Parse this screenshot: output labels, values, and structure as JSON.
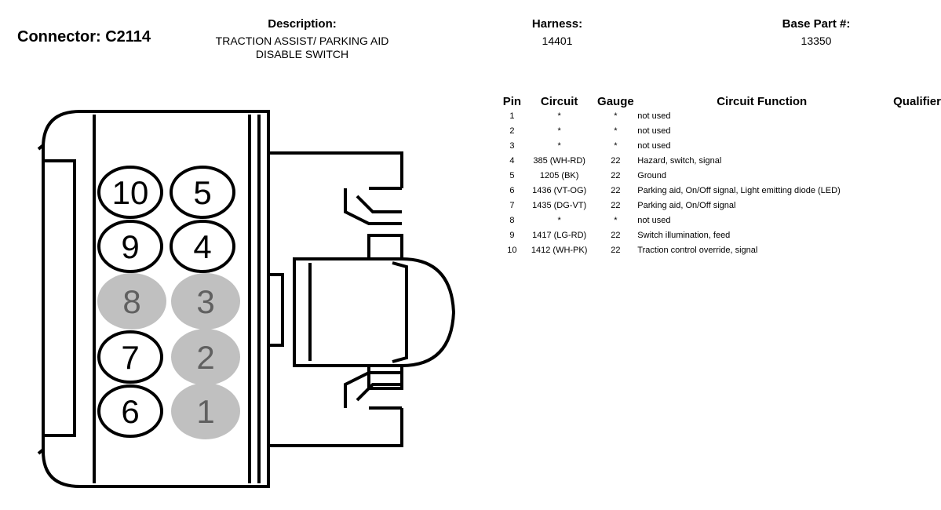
{
  "header": {
    "connector": "Connector: C2114",
    "description_label": "Description:",
    "description_lines": [
      "TRACTION ASSIST/ PARKING AID",
      "DISABLE SWITCH"
    ],
    "harness_label": "Harness:",
    "harness_value": "14401",
    "base_part_label": "Base Part #:",
    "base_part_value": "13350"
  },
  "table": {
    "columns": [
      "Pin",
      "Circuit",
      "Gauge",
      "Circuit Function",
      "Qualifier"
    ],
    "rows": [
      {
        "pin": "1",
        "circuit": "*",
        "gauge": "*",
        "function": "not used",
        "qualifier": ""
      },
      {
        "pin": "2",
        "circuit": "*",
        "gauge": "*",
        "function": "not used",
        "qualifier": ""
      },
      {
        "pin": "3",
        "circuit": "*",
        "gauge": "*",
        "function": "not used",
        "qualifier": ""
      },
      {
        "pin": "4",
        "circuit": "385 (WH-RD)",
        "gauge": "22",
        "function": "Hazard, switch, signal",
        "qualifier": ""
      },
      {
        "pin": "5",
        "circuit": "1205 (BK)",
        "gauge": "22",
        "function": "Ground",
        "qualifier": ""
      },
      {
        "pin": "6",
        "circuit": "1436 (VT-OG)",
        "gauge": "22",
        "function": "Parking aid, On/Off signal, Light emitting diode (LED)",
        "qualifier": ""
      },
      {
        "pin": "7",
        "circuit": "1435 (DG-VT)",
        "gauge": "22",
        "function": "Parking aid, On/Off signal",
        "qualifier": ""
      },
      {
        "pin": "8",
        "circuit": "*",
        "gauge": "*",
        "function": "not used",
        "qualifier": ""
      },
      {
        "pin": "9",
        "circuit": "1417 (LG-RD)",
        "gauge": "22",
        "function": "Switch illumination, feed",
        "qualifier": ""
      },
      {
        "pin": "10",
        "circuit": "1412 (WH-PK)",
        "gauge": "22",
        "function": "Traction control override, signal",
        "qualifier": ""
      }
    ]
  },
  "connector_pins": [
    {
      "label": "10",
      "used": true
    },
    {
      "label": "5",
      "used": true
    },
    {
      "label": "9",
      "used": true
    },
    {
      "label": "4",
      "used": true
    },
    {
      "label": "8",
      "used": false
    },
    {
      "label": "3",
      "used": false
    },
    {
      "label": "7",
      "used": true
    },
    {
      "label": "2",
      "used": false
    },
    {
      "label": "6",
      "used": true
    },
    {
      "label": "1",
      "used": false
    }
  ],
  "colors": {
    "unused_pin_fill": "#c0c0c0",
    "unused_pin_text": "#606060",
    "line": "#000000"
  }
}
